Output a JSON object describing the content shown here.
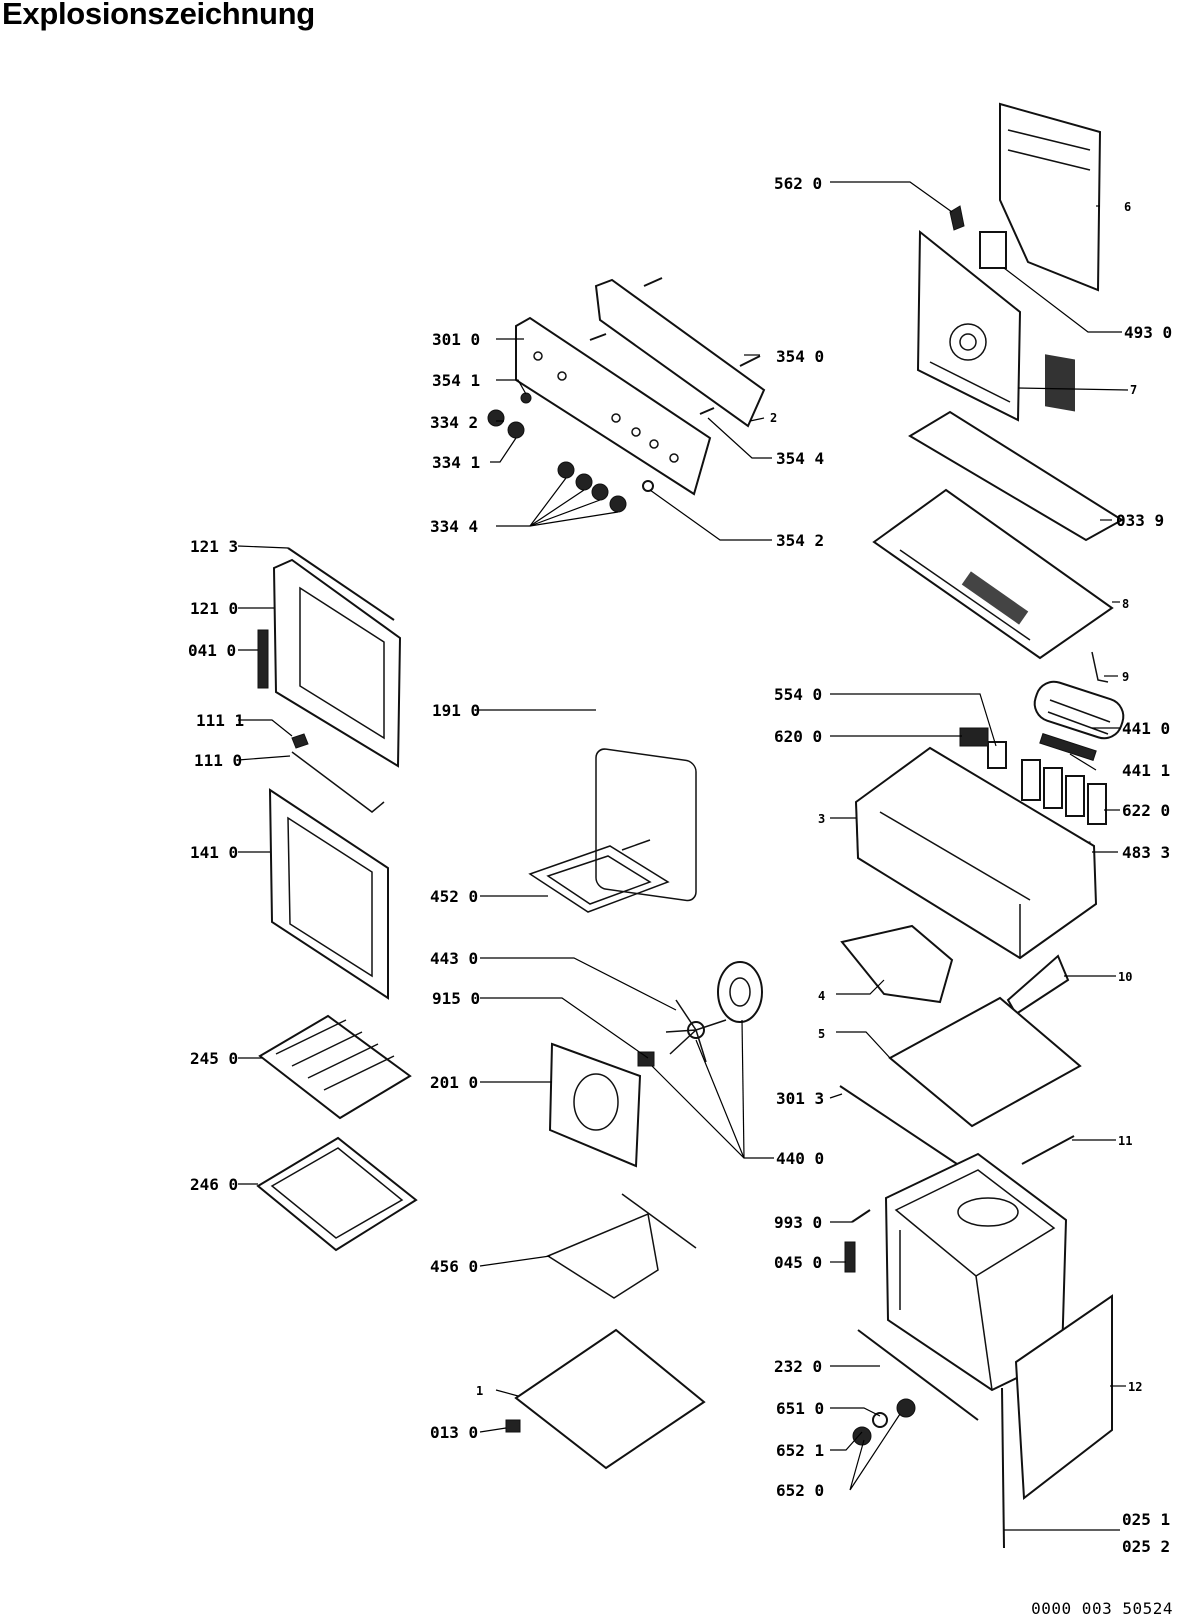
{
  "title": "Explosionszeichnung",
  "doc_number": "0000 003 50524",
  "callouts": [
    "562 0",
    "6",
    "493 0",
    "7",
    "301 0",
    "354 0",
    "354 1",
    "334 2",
    "2",
    "334 1",
    "354 4",
    "334 4",
    "354 2",
    "033 9",
    "121 3",
    "8",
    "121 0",
    "041 0",
    "9",
    "554 0",
    "441 0",
    "191 0",
    "620 0",
    "111 1",
    "441 1",
    "111 0",
    "3",
    "622 0",
    "141 0",
    "483 3",
    "452 0",
    "443 0",
    "4",
    "10",
    "915 0",
    "245 0",
    "5",
    "201 0",
    "301 3",
    "11",
    "440 0",
    "246 0",
    "993 0",
    "045 0",
    "456 0",
    "232 0",
    "12",
    "1",
    "651 0",
    "013 0",
    "652 1",
    "652 0",
    "025 1",
    "025 2"
  ]
}
